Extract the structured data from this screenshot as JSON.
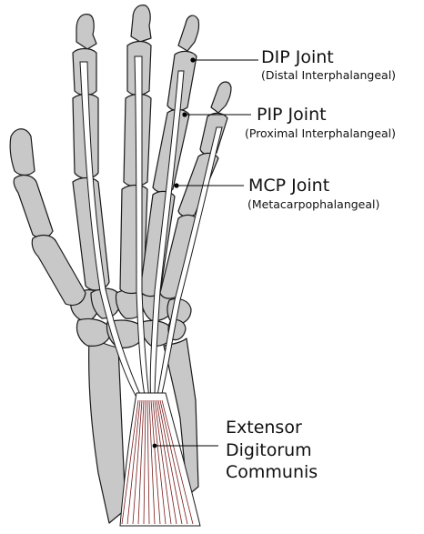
{
  "labels": {
    "dip": {
      "title": "DIP Joint",
      "subtitle": "(Distal Interphalangeal)"
    },
    "pip": {
      "title": "PIP Joint",
      "subtitle": "(Proximal Interphalangeal)"
    },
    "mcp": {
      "title": "MCP Joint",
      "subtitle": "(Metacarpophalangeal)"
    },
    "edc": {
      "line1": "Extensor",
      "line2": "Digitorum",
      "line3": "Communis"
    }
  },
  "colors": {
    "bone_fill": "#c8c8c8",
    "bone_stroke": "#1a1a1a",
    "tendon_fill": "#ffffff",
    "muscle_fiber": "#7a1a1a",
    "leader_line": "#000000"
  }
}
